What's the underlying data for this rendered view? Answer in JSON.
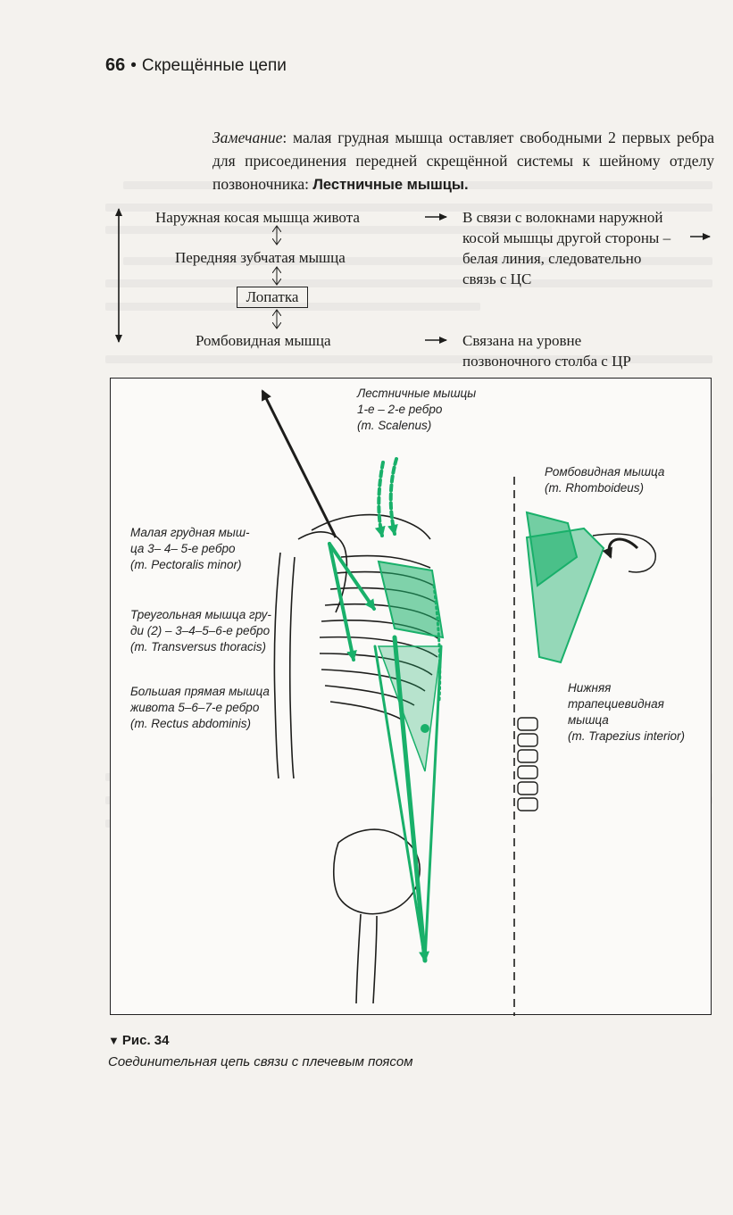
{
  "header": {
    "page_number": "66",
    "separator": "•",
    "running_title": "Скрещённые цепи"
  },
  "note": {
    "lead": "Замечание",
    "body": ": малая грудная мышца оставляет свободными 2 первых ребра для присоединения передней скрещённой системы к шейному отделу позвоночника: ",
    "bold": "Лестничные мышцы."
  },
  "schema": {
    "left": {
      "external_oblique": "Наружная косая мышца живота",
      "serratus_anterior": "Передняя зубчатая мышца",
      "scapula": "Лопатка",
      "rhomboid": "Ромбовидная мышца"
    },
    "right": {
      "line1": "В связи с волокнами наружной",
      "line2": "косой мышцы другой стороны –",
      "line3": "белая линия, следовательно",
      "line4": "связь с ЦС",
      "line5": "Связана на уровне",
      "line6": "позвоночного столба с ЦР"
    }
  },
  "figure": {
    "labels": {
      "scalenus_1": "Лестничные мышцы 1-е – 2-е ребро",
      "scalenus_2": "(m. Scalenus)",
      "rhomboideus_1": "Ромбовидная мышца",
      "rhomboideus_2": "(m. Rhomboideus)",
      "pectoralis_1": "Малая грудная мыш-",
      "pectoralis_2": "ца 3– 4– 5-е ребро",
      "pectoralis_3": "(m. Pectoralis minor)",
      "transversus_1": "Треугольная мышца гру-",
      "transversus_2": "ди (2) – 3–4–5–6-е ребро",
      "transversus_3": "(m. Transversus thoracis)",
      "rectus_1": "Большая прямая мышца",
      "rectus_2": "живота 5–6–7-е ребро",
      "rectus_3": "(m. Rectus abdominis)",
      "trapezius_1": "Нижняя",
      "trapezius_2": "трапециевидная",
      "trapezius_3": "мышца",
      "trapezius_4": "(m. Trapezius interior)"
    },
    "colors": {
      "muscle_green": "#19b06a",
      "line": "#1d1d1b"
    }
  },
  "caption": {
    "figure_number": "Рис. 34",
    "marker": "▼",
    "text": "Соединительная цепь связи с плечевым поясом"
  }
}
